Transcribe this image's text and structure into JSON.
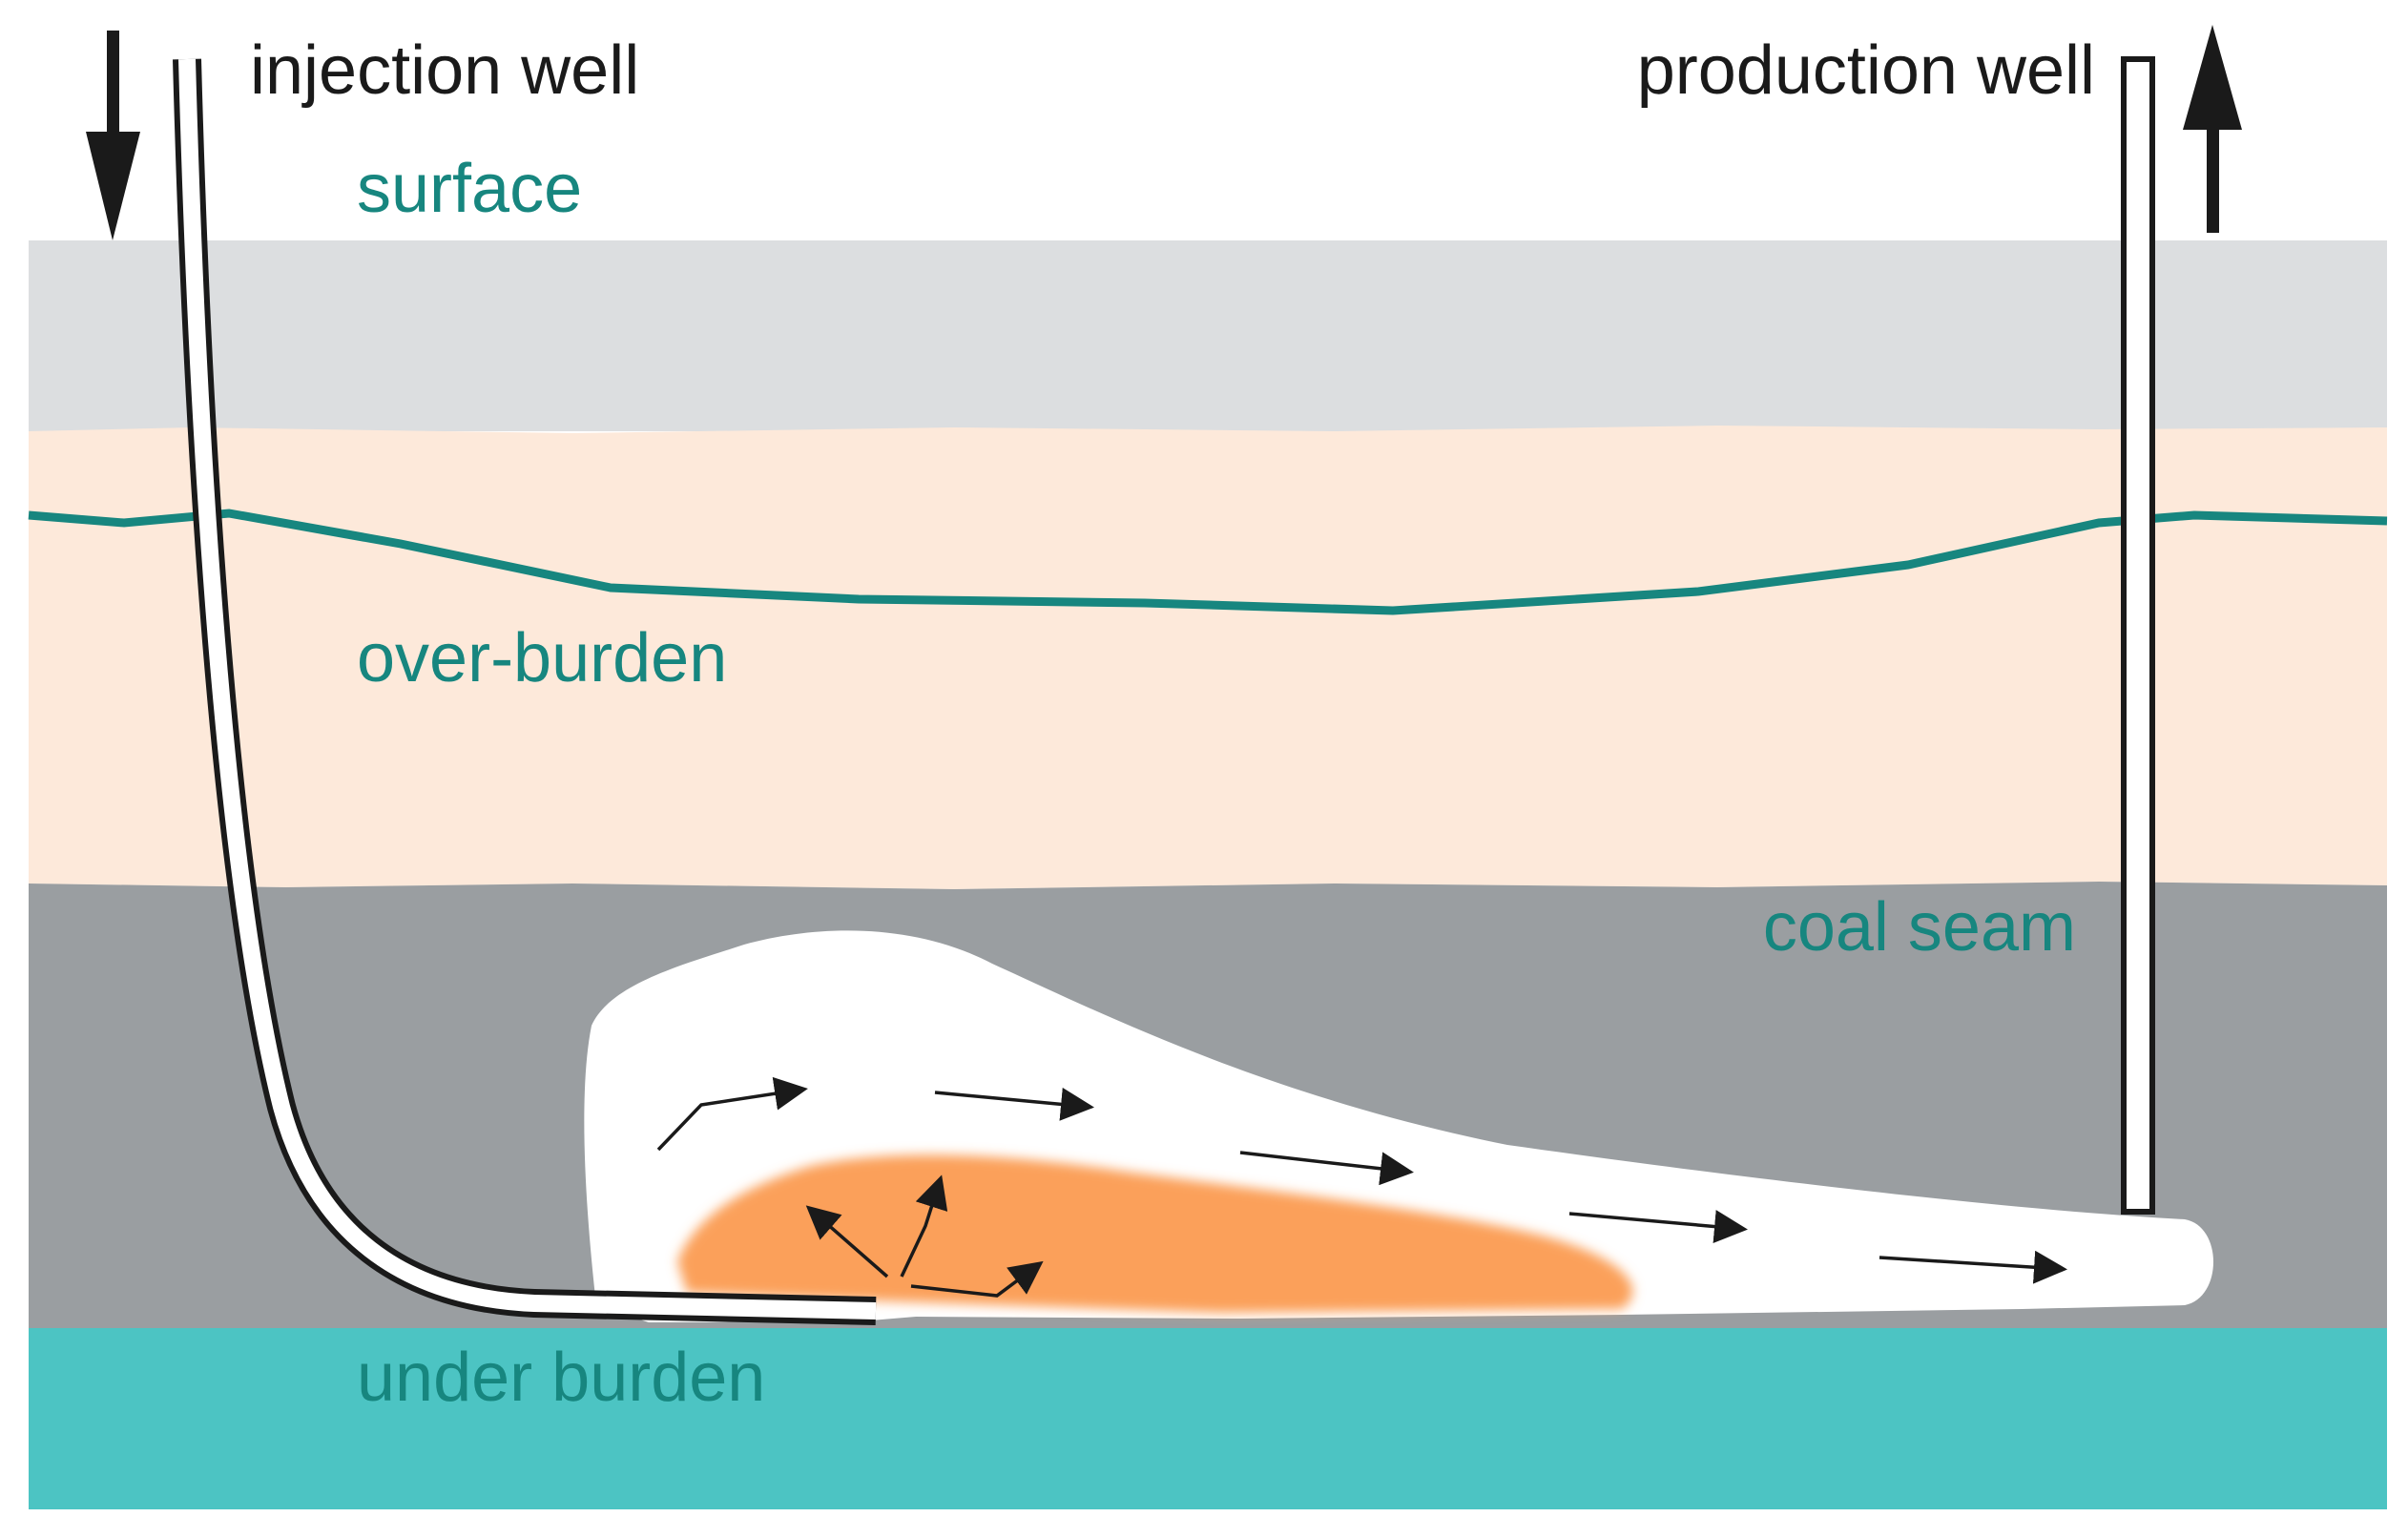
{
  "diagram": {
    "labels": {
      "injection_well": "injection well",
      "production_well": "production well",
      "surface": "surface",
      "over_burden": "over-burden",
      "coal_seam": "coal seam",
      "under_burden": "under burden"
    },
    "colors": {
      "sky_layer": "#dcdee0",
      "overburden": "#fde9da",
      "coal_seam": "#9a9ea1",
      "underburden": "#4cc4c3",
      "horizon_line": "#17867f",
      "cavity": "#ffffff",
      "burn_zone": "#fba05a",
      "text_black": "#1a1a1a",
      "text_teal": "#17867f"
    },
    "icons": {
      "injection_arrow": "arrow-down-icon",
      "production_arrow": "arrow-up-icon",
      "flow_arrows": "arrow-right-icon"
    }
  }
}
